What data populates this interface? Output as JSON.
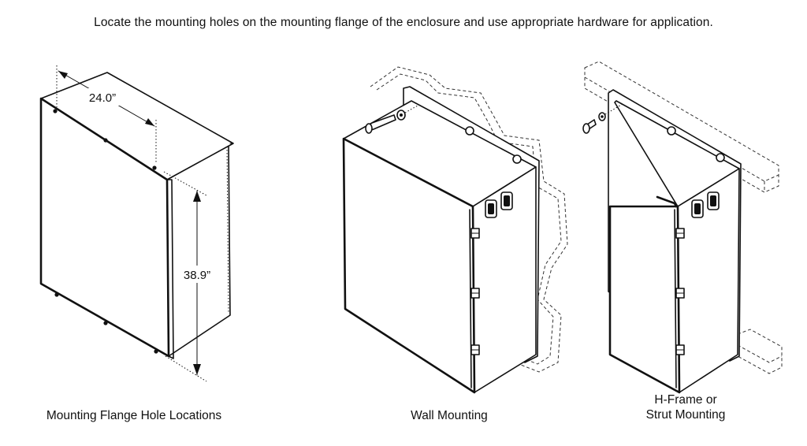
{
  "instruction": "Locate the mounting holes on the mounting flange of the enclosure and use appropriate hardware for application.",
  "figures": {
    "flange": {
      "caption": "Mounting Flange Hole Locations",
      "dim_width": "24.0”",
      "dim_height": "38.9”"
    },
    "wall": {
      "caption": "Wall Mounting"
    },
    "strut": {
      "caption_line1": "H-Frame or",
      "caption_line2": "Strut Mounting"
    }
  }
}
